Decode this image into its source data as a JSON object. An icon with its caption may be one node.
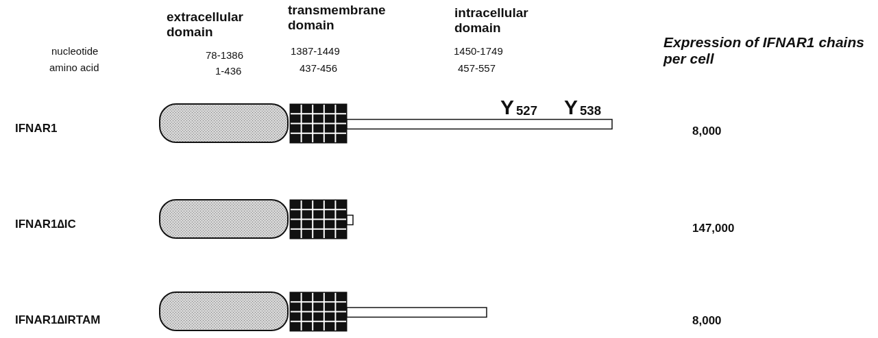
{
  "diagram": {
    "labels": [
      "extracellular domain",
      "transmembrane domain",
      "intracellular domain",
      "Expression of IFNAR1 chains per cell",
      "nucleotide",
      "78-1386",
      "1387-1449",
      "1450-1749",
      "amino acid",
      "1-436",
      "437-456",
      "457-557",
      "IFNAR1",
      "Y$_{527}$",
      "Y$_{538}$",
      "8,000",
      "IFNAR1∆IC",
      "147,000",
      "IFNAR1∆IRTAM",
      "8,000"
    ]
  }
}
